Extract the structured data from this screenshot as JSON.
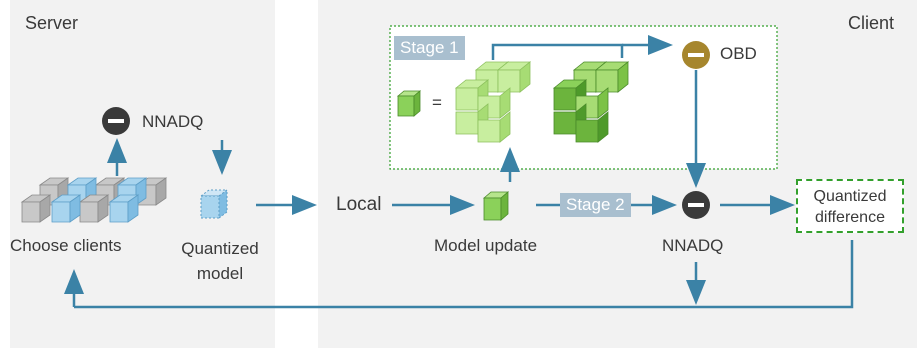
{
  "server": {
    "title": "Server",
    "nnadq_label": "NNADQ",
    "choose_clients_label": "Choose clients",
    "quantized_model_label": "Quantized\nmodel"
  },
  "client": {
    "title": "Client",
    "local_label": "Local",
    "model_update_label": "Model update",
    "nnadq_label": "NNADQ",
    "obd_label": "OBD",
    "quantized_difference_label": "Quantized\ndifference"
  },
  "stage1": {
    "tag": "Stage 1",
    "equals": "="
  },
  "stage2": {
    "tag": "Stage 2"
  },
  "colors": {
    "panel": "#f2f2f2",
    "arrow": "#3b82a6",
    "cube_green": "#8bd15a",
    "cube_blue": "#a8d4ee",
    "cube_grey": "#bdbdbd",
    "obd_gold": "#a6862d",
    "minus_dark": "#3a3a3a",
    "dashed_green": "#33a02c",
    "stage_tag": "#a9bfcf"
  }
}
